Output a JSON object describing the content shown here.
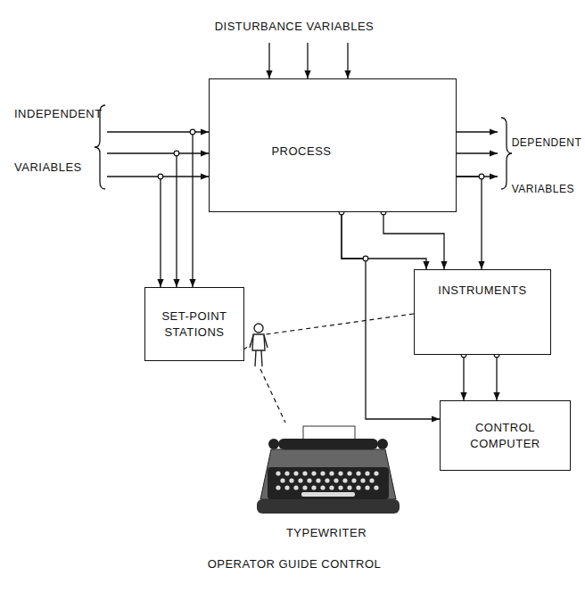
{
  "diagram": {
    "caption": "OPERATOR GUIDE CONTROL",
    "nodes": [
      {
        "text": [
          "PROCESS"
        ]
      },
      {
        "text": [
          "SET-POINT STATIONS"
        ]
      },
      {
        "text": [
          "INSTRUMENTS"
        ]
      },
      {
        "text": [
          "CONTROL COMPUTER"
        ]
      }
    ],
    "edges": [
      {
        "from": 0,
        "to": 2,
        "arrow": "to"
      },
      {
        "from": 0,
        "to": 2,
        "arrow": "to"
      },
      {
        "from": 0,
        "to": 2,
        "arrow": "to"
      },
      {
        "from": 0,
        "to": 3,
        "arrow": "to"
      },
      {
        "from": 2,
        "to": 3,
        "arrow": "to"
      },
      {
        "from": 2,
        "to": 3,
        "arrow": "to"
      }
    ],
    "labels": [
      "DISTURBANCE VARIABLES",
      "INDEPENDENT VARIABLES",
      "DEPENDENT VARIABLES",
      "TYPEWRITER"
    ]
  }
}
